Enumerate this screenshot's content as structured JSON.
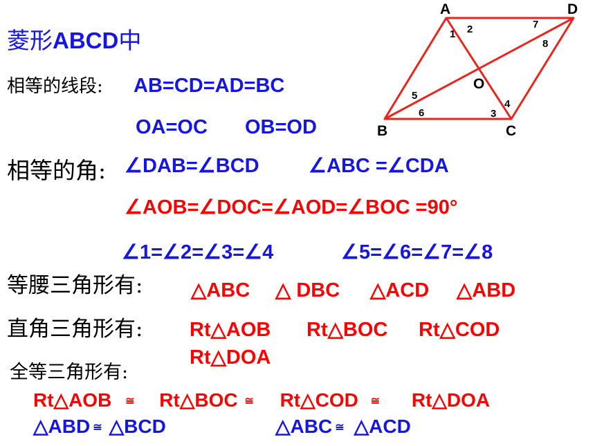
{
  "title": {
    "prefix": "菱形",
    "name": "ABCD",
    "suffix": "中"
  },
  "segments": {
    "label": "相等的线段",
    "colon": ":",
    "line1": "AB=CD=AD=BC",
    "line2a": "OA=OC",
    "line2b": "OB=OD"
  },
  "angles": {
    "label": "相等的角",
    "colon": ":",
    "line1a": "∠DAB=∠BCD",
    "line1b": "∠ABC =∠CDA",
    "line2": "∠AOB=∠DOC=∠AOD=∠BOC =90°",
    "line3a": "∠1=∠2=∠3=∠4",
    "line3b": "∠5=∠6=∠7=∠8"
  },
  "isosceles": {
    "label": "等腰三角形有:",
    "items": [
      "△ABC",
      "△ DBC",
      "△ACD",
      "△ABD"
    ]
  },
  "right": {
    "label": "直角三角形有:",
    "items": [
      "Rt△AOB",
      "Rt△BOC",
      "Rt△COD",
      "Rt△DOA"
    ]
  },
  "congruent": {
    "label": "全等三角形有:",
    "row1": [
      "Rt△AOB",
      "≅",
      "Rt△BOC",
      "≅",
      "Rt△COD",
      "≅",
      "Rt△DOA"
    ],
    "row2": [
      "△ABD",
      "≅",
      "△BCD",
      "△ABC",
      "≅",
      "△ACD"
    ]
  },
  "figure": {
    "vertices": {
      "A": "A",
      "B": "B",
      "C": "C",
      "D": "D",
      "O": "O"
    },
    "angle_labels": [
      "1",
      "2",
      "3",
      "4",
      "5",
      "6",
      "7",
      "8"
    ],
    "colors": {
      "lines": "#e8261e",
      "labels": "#000000"
    }
  },
  "colors": {
    "blue": "#1515e6",
    "red": "#ff0000",
    "text": "#000000"
  }
}
